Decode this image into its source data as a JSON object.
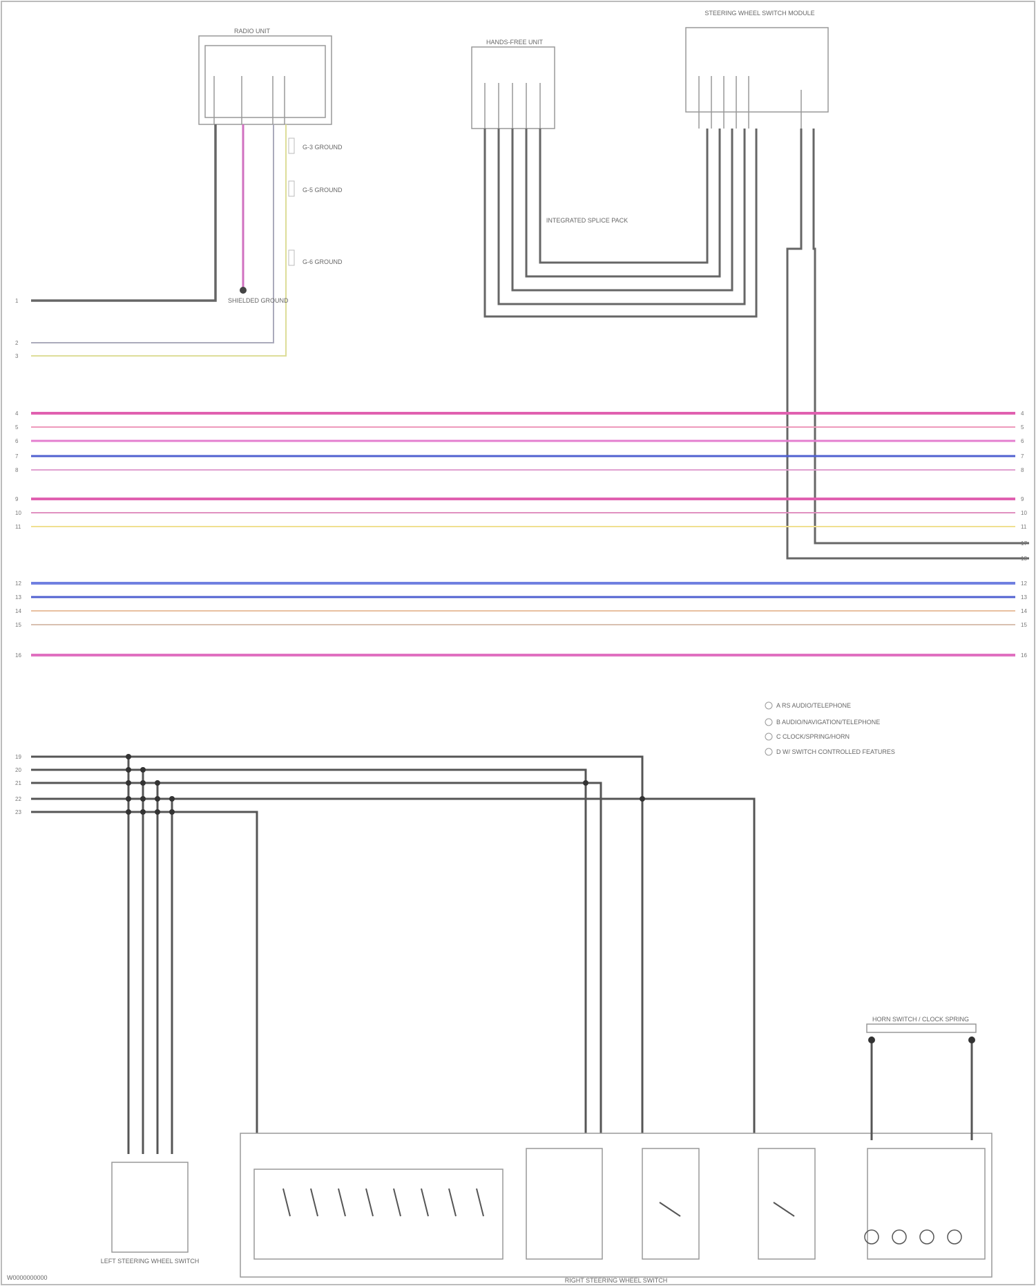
{
  "components": {
    "radio": "RADIO UNIT",
    "hands_free": "HANDS-FREE UNIT",
    "steering_sw_module": "STEERING WHEEL SWITCH MODULE",
    "left_sw": "LEFT STEERING WHEEL SWITCH",
    "right_sw": "RIGHT STEERING WHEEL SWITCH",
    "horn_switch": "HORN SWITCH / CLOCK SPRING",
    "shield_ground": "SHIELDED GROUND",
    "splice_pack": "INTEGRATED SPLICE PACK"
  },
  "grounds": {
    "g1": "G-3 GROUND",
    "g2": "G-5 GROUND",
    "g3": "G-6 GROUND"
  },
  "legend": [
    "A  RS AUDIO/TELEPHONE",
    "B  AUDIO/NAVIGATION/TELEPHONE",
    "C  CLOCK/SPRING/HORN",
    "D  W/ SWITCH CONTROLLED FEATURES"
  ],
  "footer_code": "W0000000000"
}
